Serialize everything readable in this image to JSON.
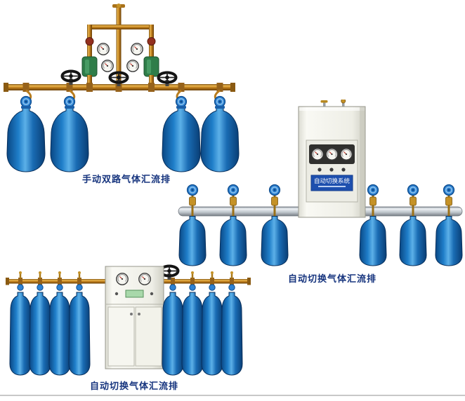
{
  "products": [
    {
      "id": "manual-dual-row",
      "caption": "手动双路气体汇流排"
    },
    {
      "id": "auto-switch-wall",
      "caption": "自动切换气体汇流排",
      "cabinet_label": "自动切换系统"
    },
    {
      "id": "auto-switch-floor",
      "caption": "自动切换气体汇流排"
    }
  ],
  "colors": {
    "caption_text": "#16347e",
    "cylinder_blue": "#1d7fd0",
    "brass_pipe": "#c07f1c",
    "rail_silver": "#bfc6cc",
    "cabinet_body": "#f2f2ea",
    "nameplate_blue": "#1d4fae"
  }
}
